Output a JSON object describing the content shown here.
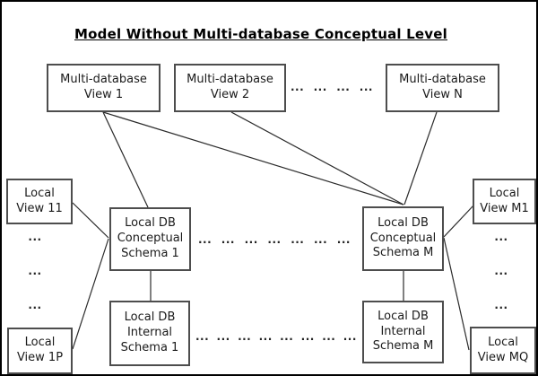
{
  "title": "Model Without Multi-database Conceptual Level",
  "boxes": {
    "mdb_view_1": "Multi-database\nView 1",
    "mdb_view_2": "Multi-database\nView 2",
    "mdb_view_n": "Multi-database\nView N",
    "local_view_11": "Local\nView 11",
    "local_view_1p": "Local\nView 1P",
    "local_view_m1": "Local\nView M1",
    "local_view_mq": "Local\nView MQ",
    "conceptual_schema_1": "Local DB\nConceptual\nSchema 1",
    "conceptual_schema_m": "Local DB\nConceptual\nSchema M",
    "internal_schema_1": "Local DB\nInternal\nSchema 1",
    "internal_schema_m": "Local DB\nInternal\nSchema M"
  },
  "dots": {
    "glyph": "..."
  },
  "colors": {
    "background": "#ffffff",
    "outer_border": "#000000",
    "box_border": "#4d4d4d",
    "connector_line": "#2b2b2b",
    "text": "#1a1a1a"
  }
}
